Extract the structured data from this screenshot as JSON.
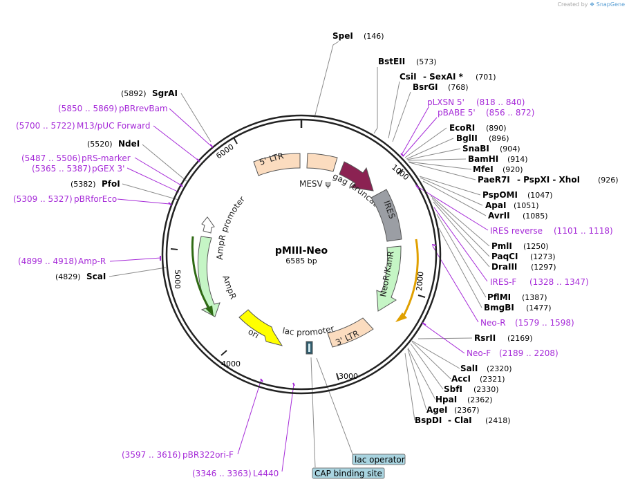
{
  "credit": {
    "prefix": "Created by",
    "brand": "SnapGene"
  },
  "plasmid": {
    "name": "pMIII-Neo",
    "length": "6585 bp"
  },
  "scale_ticks": [
    "1000",
    "2000",
    "3000",
    "4000",
    "5000",
    "6000"
  ],
  "colors": {
    "ltr": "#fbdcbf",
    "gag": "#8b2252",
    "ires": "#9b9ea4",
    "neo": "#c5f5c5",
    "ampr": "#c5f5c5",
    "ori": "#ffff00",
    "promoter": "#ffffff",
    "lac_operator": "#a9d4e0",
    "primer": "#a62bd8",
    "site_line": "#7a7a7a",
    "track": "#222222"
  },
  "features": [
    {
      "id": "ltr5",
      "label": "5' LTR"
    },
    {
      "id": "mesv",
      "label": "MESV ψ"
    },
    {
      "id": "gag",
      "label": "gag (truncated)"
    },
    {
      "id": "ires",
      "label": "IRES"
    },
    {
      "id": "neo",
      "label": "NeoR/KanR"
    },
    {
      "id": "ltr3",
      "label": "3' LTR"
    },
    {
      "id": "lacp",
      "label": "lac promoter"
    },
    {
      "id": "ori",
      "label": "ori"
    },
    {
      "id": "ampr",
      "label": "AmpR"
    },
    {
      "id": "amppro",
      "label": "AmpR promoter"
    }
  ],
  "boxed_labels": [
    {
      "id": "lacop",
      "label": "lac operator"
    },
    {
      "id": "cap",
      "label": "CAP binding site"
    }
  ],
  "sites": [
    {
      "name": "SpeI",
      "pos": "(146)"
    },
    {
      "name": "BstEII",
      "pos": "(573)"
    },
    {
      "name": "CsiI",
      "extra": "- SexAI *",
      "pos": "(701)"
    },
    {
      "name": "BsrGI",
      "pos": "(768)"
    },
    {
      "name": "EcoRI",
      "pos": "(890)"
    },
    {
      "name": "BglII",
      "pos": "(896)"
    },
    {
      "name": "SnaBI",
      "pos": "(904)"
    },
    {
      "name": "BamHI",
      "pos": "(914)"
    },
    {
      "name": "MfeI",
      "pos": "(920)"
    },
    {
      "name": "PaeR7I",
      "extra": "- PspXI  - XhoI",
      "pos": "(926)"
    },
    {
      "name": "PspOMI",
      "pos": "(1047)"
    },
    {
      "name": "ApaI",
      "pos": "(1051)"
    },
    {
      "name": "AvrII",
      "pos": "(1085)"
    },
    {
      "name": "PmlI",
      "pos": "(1250)"
    },
    {
      "name": "PaqCI",
      "pos": "(1273)"
    },
    {
      "name": "DraIII",
      "pos": "(1297)"
    },
    {
      "name": "PflMI",
      "pos": "(1387)"
    },
    {
      "name": "BmgBI",
      "pos": "(1477)"
    },
    {
      "name": "RsrII",
      "pos": "(2169)"
    },
    {
      "name": "SalI",
      "pos": "(2320)"
    },
    {
      "name": "AccI",
      "pos": "(2321)"
    },
    {
      "name": "SbfI",
      "pos": "(2330)"
    },
    {
      "name": "HpaI",
      "pos": "(2362)"
    },
    {
      "name": "AgeI",
      "pos": "(2367)"
    },
    {
      "name": "BspDI",
      "extra": "- ClaI",
      "pos": "(2418)"
    },
    {
      "name": "SgrAI",
      "pos": "(5892)"
    },
    {
      "name": "NdeI",
      "pos": "(5520)"
    },
    {
      "name": "PfoI",
      "pos": "(5382)"
    },
    {
      "name": "ScaI",
      "pos": "(4829)"
    }
  ],
  "primers": [
    {
      "name": "pLXSN 5'",
      "range": "(818 .. 840)"
    },
    {
      "name": "pBABE 5'",
      "range": "(856 .. 872)"
    },
    {
      "name": "IRES reverse",
      "range": "(1101 .. 1118)"
    },
    {
      "name": "IRES-F",
      "range": "(1328 .. 1347)"
    },
    {
      "name": "Neo-R",
      "range": "(1579 .. 1598)"
    },
    {
      "name": "Neo-F",
      "range": "(2189 .. 2208)"
    },
    {
      "name": "pBRrevBam",
      "range": "(5850 .. 5869)"
    },
    {
      "name": "M13/pUC Forward",
      "range": "(5700 .. 5722)"
    },
    {
      "name": "pRS-marker",
      "range": "(5487 .. 5506)"
    },
    {
      "name": "pGEX 3'",
      "range": "(5365 .. 5387)"
    },
    {
      "name": "pBRforEco",
      "range": "(5309 .. 5327)"
    },
    {
      "name": "Amp-R",
      "range": "(4899 .. 4918)"
    },
    {
      "name": "pBR322ori-F",
      "range": "(3597 .. 3616)"
    },
    {
      "name": "L4440",
      "range": "(3346 .. 3363)"
    }
  ]
}
